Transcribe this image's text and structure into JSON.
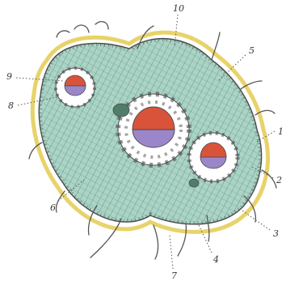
{
  "figure": {
    "labels": [
      "1",
      "2",
      "3",
      "4",
      "5",
      "6",
      "7",
      "8",
      "9",
      "10"
    ]
  },
  "colors": {
    "background": "#ffffff",
    "cuticle": "#e8d36a",
    "epidermis_outline": "#4a4a4a",
    "mesophyll": "#a9d4c6",
    "mesophyll_lines": "#5c7a72",
    "bundle_sheath": "#ffffff",
    "xylem": "#d9533b",
    "phloem": "#9a86c8",
    "small_bundle": "#4f7d6a",
    "hair": "#555555",
    "leader": "#555555"
  }
}
